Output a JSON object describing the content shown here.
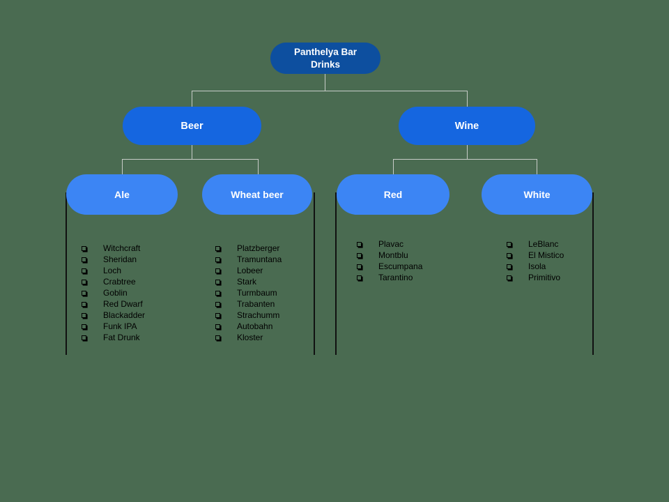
{
  "diagram": {
    "title": "Panthelya Bar Drinks",
    "root_node": {
      "label": "Panthelya Bar Drinks"
    },
    "branch_nodes": {
      "beer": {
        "label": "Beer"
      },
      "wine": {
        "label": "Wine"
      }
    },
    "leaf_nodes": {
      "ale": {
        "label": "Ale",
        "parent": "Beer"
      },
      "wheat_beer": {
        "label": "Wheat beer",
        "parent": "Beer"
      },
      "red": {
        "label": "Red",
        "parent": "Wine"
      },
      "white": {
        "label": "White",
        "parent": "Wine"
      }
    },
    "lists": {
      "ale": [
        "Witchcraft",
        "Sheridan",
        "Loch",
        "Crabtree",
        "Goblin",
        "Red Dwarf",
        "Blackadder",
        "Funk IPA",
        "Fat Drunk"
      ],
      "wheat_beer": [
        "Platzberger",
        "Tramuntana",
        "Lobeer",
        "Stark",
        "Turmbaum",
        "Trabanten",
        "Strachumm",
        "Autobahn",
        "Kloster"
      ],
      "red": [
        "Plavac",
        "Montblu",
        "Escumpana",
        "Tarantino"
      ],
      "white": [
        "LeBlanc",
        "El Mistico",
        "Isola",
        "Primitivo"
      ]
    },
    "bullet_icon": "shadowed-square-checkbox"
  },
  "colors": {
    "root": "#0d4f9f",
    "branch": "#1566e0",
    "leaf": "#3c85f4",
    "connector": "#c9cdc9",
    "guide": "#111111",
    "text": "#000000",
    "node_text": "#ffffff",
    "bg": "#4a6b51"
  }
}
